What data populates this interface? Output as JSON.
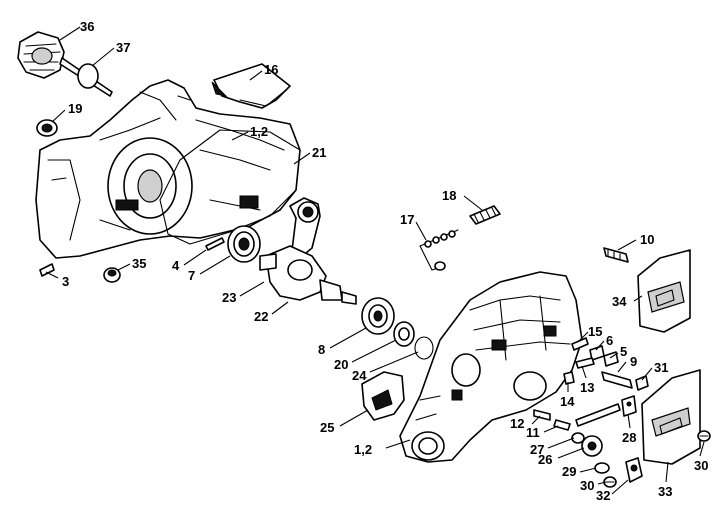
{
  "diagram": {
    "callouts": [
      {
        "id": "c36",
        "text": "36"
      },
      {
        "id": "c37",
        "text": "37"
      },
      {
        "id": "c16",
        "text": "16"
      },
      {
        "id": "c19",
        "text": "19"
      },
      {
        "id": "c1-2-top",
        "text": "1,2"
      },
      {
        "id": "c21",
        "text": "21"
      },
      {
        "id": "c18",
        "text": "18"
      },
      {
        "id": "c17",
        "text": "17"
      },
      {
        "id": "c10",
        "text": "10"
      },
      {
        "id": "c35",
        "text": "35"
      },
      {
        "id": "c3",
        "text": "3"
      },
      {
        "id": "c4",
        "text": "4"
      },
      {
        "id": "c7",
        "text": "7"
      },
      {
        "id": "c23",
        "text": "23"
      },
      {
        "id": "c22",
        "text": "22"
      },
      {
        "id": "c34",
        "text": "34"
      },
      {
        "id": "c8",
        "text": "8"
      },
      {
        "id": "c20",
        "text": "20"
      },
      {
        "id": "c24",
        "text": "24"
      },
      {
        "id": "c15",
        "text": "15"
      },
      {
        "id": "c6",
        "text": "6"
      },
      {
        "id": "c5",
        "text": "5"
      },
      {
        "id": "c9",
        "text": "9"
      },
      {
        "id": "c13",
        "text": "13"
      },
      {
        "id": "c14",
        "text": "14"
      },
      {
        "id": "c31",
        "text": "31"
      },
      {
        "id": "c25",
        "text": "25"
      },
      {
        "id": "c12",
        "text": "12"
      },
      {
        "id": "c11",
        "text": "11"
      },
      {
        "id": "c28",
        "text": "28"
      },
      {
        "id": "c1-2-bottom",
        "text": "1,2"
      },
      {
        "id": "c27",
        "text": "27"
      },
      {
        "id": "c26",
        "text": "26"
      },
      {
        "id": "c29",
        "text": "29"
      },
      {
        "id": "c30a",
        "text": "30"
      },
      {
        "id": "c30b",
        "text": "30"
      },
      {
        "id": "c32",
        "text": "32"
      },
      {
        "id": "c33",
        "text": "33"
      }
    ]
  }
}
